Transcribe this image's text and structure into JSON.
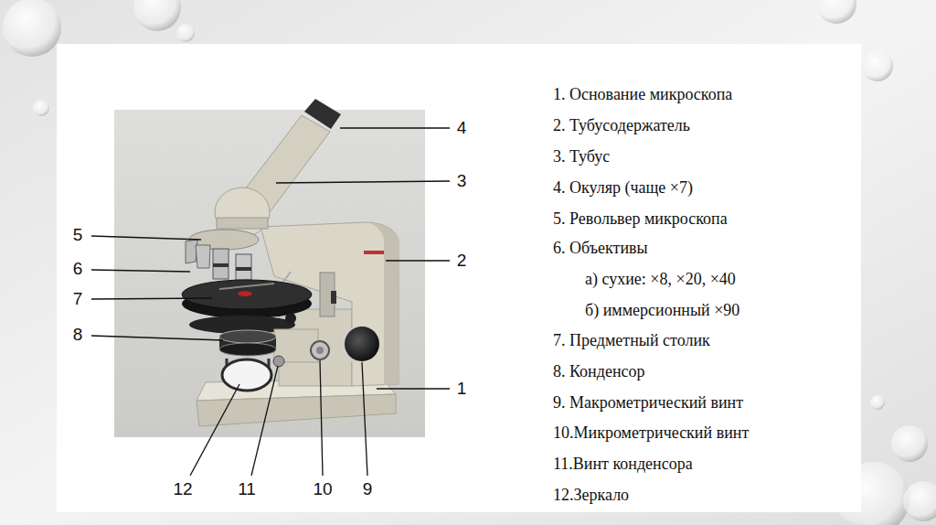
{
  "diagram": {
    "labels": [
      "4",
      "3",
      "5",
      "2",
      "6",
      "7",
      "8",
      "1",
      "12",
      "11",
      "10",
      "9",
      "1. Основание микроскопа",
      "2. Тубусодержатель",
      "3. Тубус",
      "4. Окуляр (чаще ×7)",
      "5. Револьвер микроскопа",
      "6. Объективы",
      "а) сухие: ×8, ×20, ×40",
      "б) иммерсионный ×90",
      "7. Предметный столик",
      "8. Конденсор",
      "9. Макрометрический винт",
      "10.Микрометрический винт",
      "11.Винт конденсора",
      "12.Зеркало"
    ]
  }
}
